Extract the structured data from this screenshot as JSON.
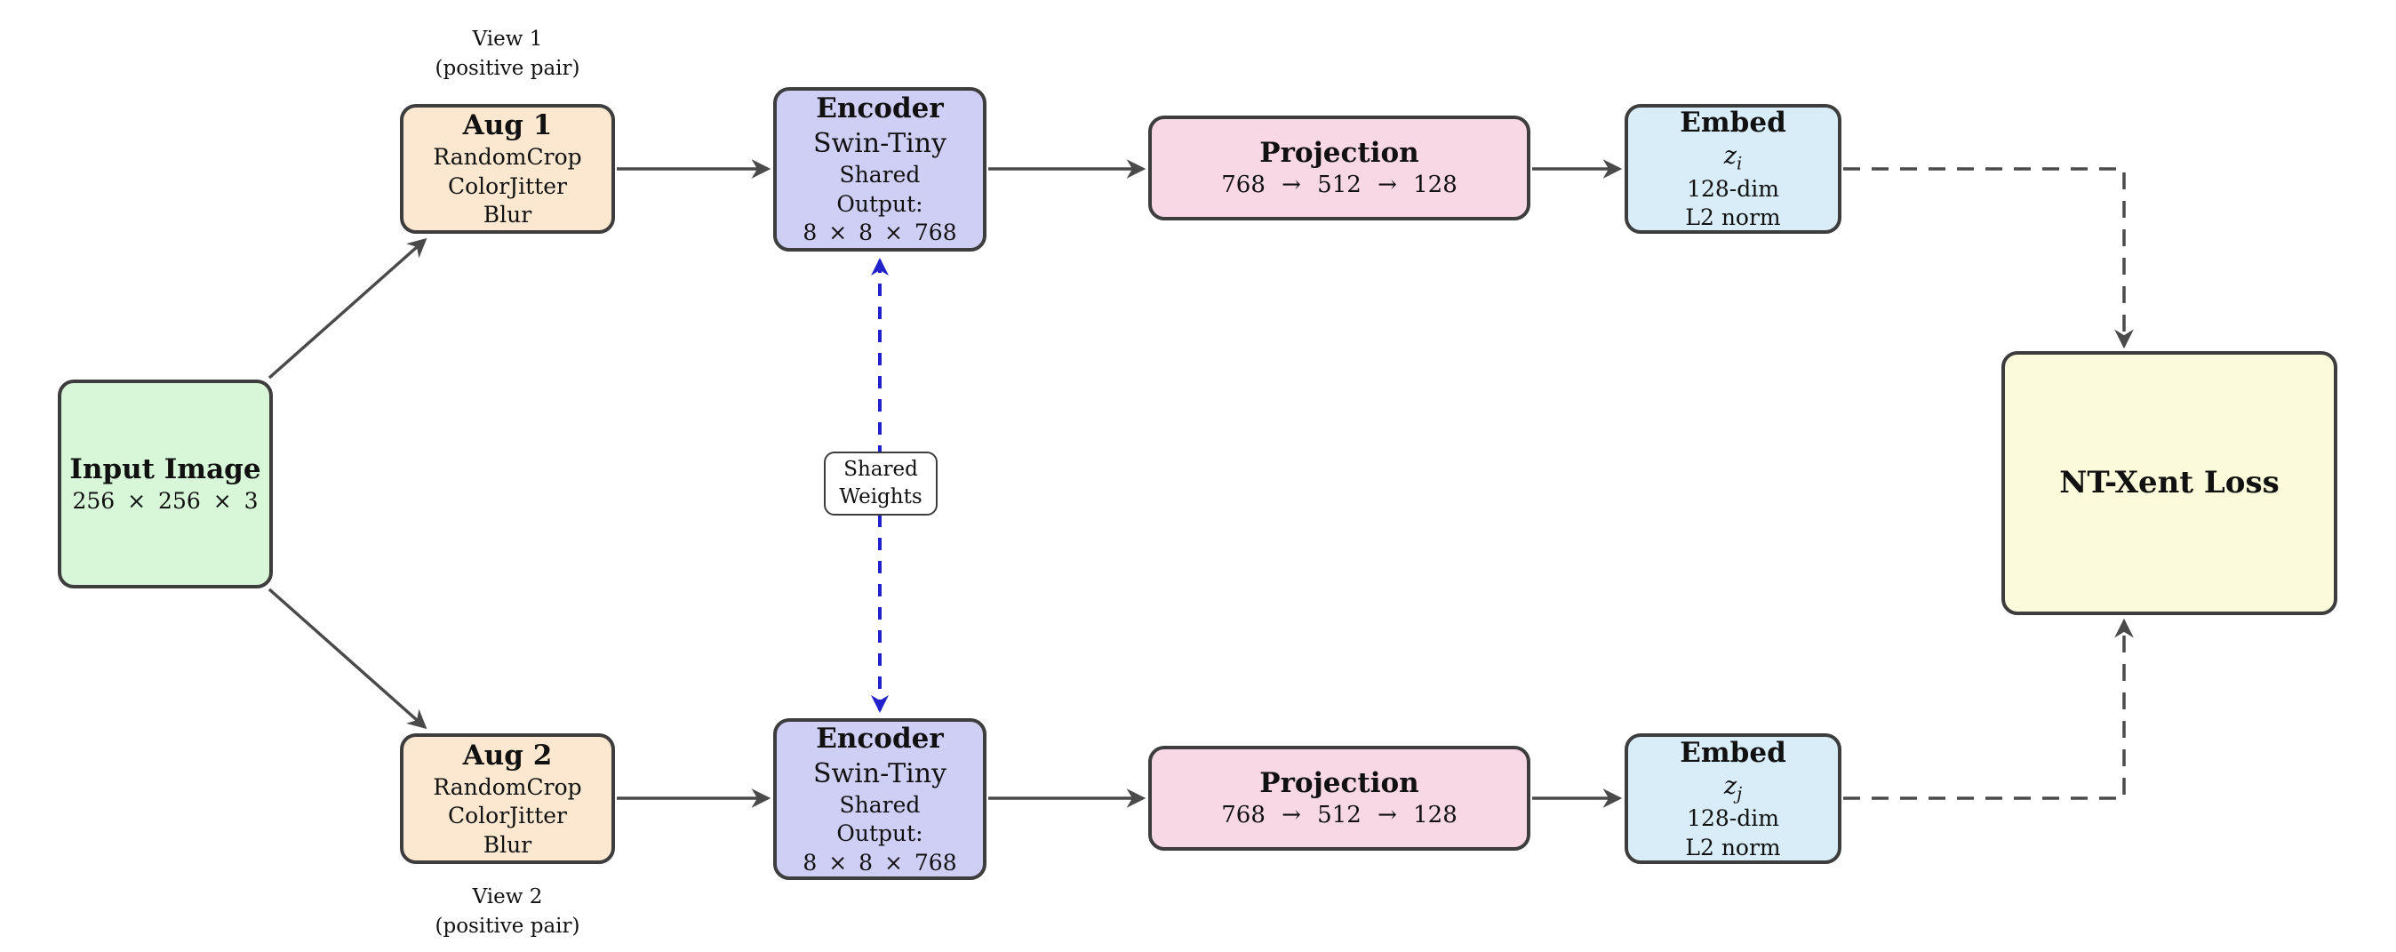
{
  "colors": {
    "background": "#ffffff",
    "text": "#111111",
    "border": "#3d3d3d",
    "arrow": "#4a4a4a",
    "shared_arrow": "#2222cc",
    "input_fill": "#d8f6d8",
    "aug_fill": "#fce8d0",
    "encoder_fill": "#cfcef5",
    "projection_fill": "#f8d8e4",
    "embed_fill": "#d9edf8",
    "loss_fill": "#fbfada",
    "shared_label_fill": "#ffffff"
  },
  "labels": {
    "view1": {
      "line1": "View 1",
      "line2": "(positive pair)"
    },
    "view2": {
      "line1": "View 2",
      "line2": "(positive pair)"
    }
  },
  "nodes": {
    "input": {
      "title": "Input Image",
      "dims": "256 × 256 × 3"
    },
    "aug1": {
      "title": "Aug 1",
      "ops": [
        "RandomCrop",
        "ColorJitter",
        "Blur"
      ]
    },
    "aug2": {
      "title": "Aug 2",
      "ops": [
        "RandomCrop",
        "ColorJitter",
        "Blur"
      ]
    },
    "encoder_top": {
      "title": "Encoder",
      "backbone": "Swin-Tiny",
      "lines": [
        "Shared",
        "Output:",
        "8 × 8 × 768"
      ]
    },
    "encoder_bottom": {
      "title": "Encoder",
      "backbone": "Swin-Tiny",
      "lines": [
        "Shared",
        "Output:",
        "8 × 8 × 768"
      ]
    },
    "projection_top": {
      "title": "Projection",
      "mlp": "768 → 512 → 128"
    },
    "projection_bottom": {
      "title": "Projection",
      "mlp": "768 → 512 → 128"
    },
    "embed_top": {
      "title": "Embed",
      "symbol": "z",
      "subscript": "i",
      "lines": [
        "128-dim",
        "L2 norm"
      ]
    },
    "embed_bottom": {
      "title": "Embed",
      "symbol": "z",
      "subscript": "j",
      "lines": [
        "128-dim",
        "L2 norm"
      ]
    },
    "loss": {
      "title": "NT-Xent Loss"
    },
    "shared_weights": {
      "line1": "Shared",
      "line2": "Weights"
    }
  }
}
